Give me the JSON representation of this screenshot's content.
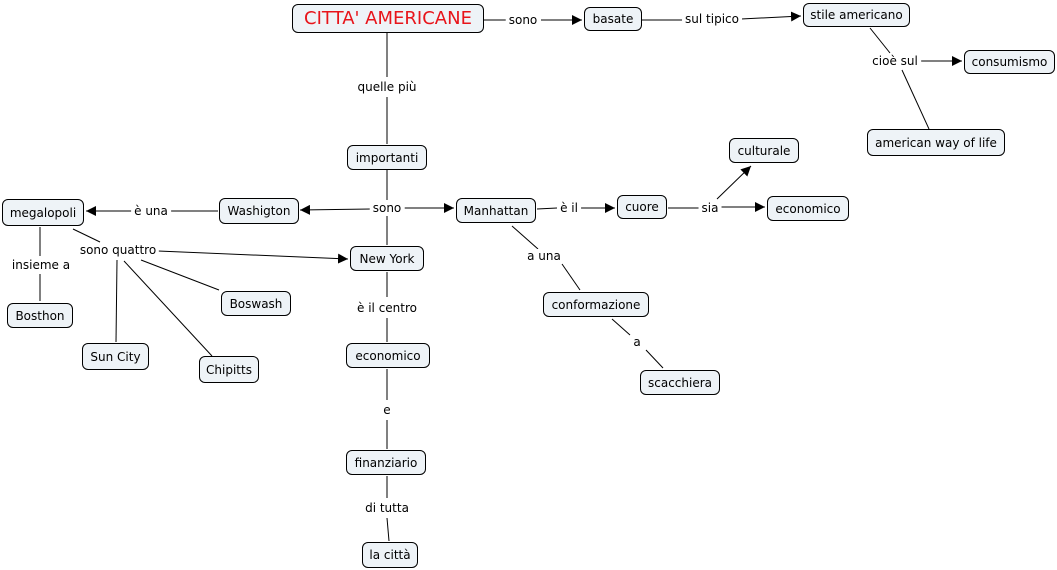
{
  "map": {
    "title": "CITTA' AMERICANE",
    "nodes": {
      "basate": "basate",
      "stile_americano": "stile americano",
      "consumismo": "consumismo",
      "american_way": "american way of life",
      "importanti": "importanti",
      "megalopoli": "megalopoli",
      "washigton": "Washigton",
      "manhattan": "Manhattan",
      "cuore": "cuore",
      "culturale": "culturale",
      "economico_right": "economico",
      "new_york": "New York",
      "boswash": "Boswash",
      "bosthon": "Bosthon",
      "sun_city": "Sun City",
      "chipitts": "Chipitts",
      "conformazione": "conformazione",
      "scacchiera": "scacchiera",
      "economico_center": "economico",
      "finanziario": "finanziario",
      "la_citta": "la città"
    },
    "links": {
      "sono_top": "sono",
      "sul_tipico": "sul tipico",
      "cioe_sul": "cioè sul",
      "quelle_piu": "quelle più",
      "sono_mid": "sono",
      "e_una": "è una",
      "e_il": "è il",
      "sia": "sia",
      "sono_quattro": "sono quattro",
      "insieme_a": "insieme a",
      "a_una": "a una",
      "e_il_centro": "è il centro",
      "a": "a",
      "e": "e",
      "di_tutta": "di tutta"
    }
  }
}
